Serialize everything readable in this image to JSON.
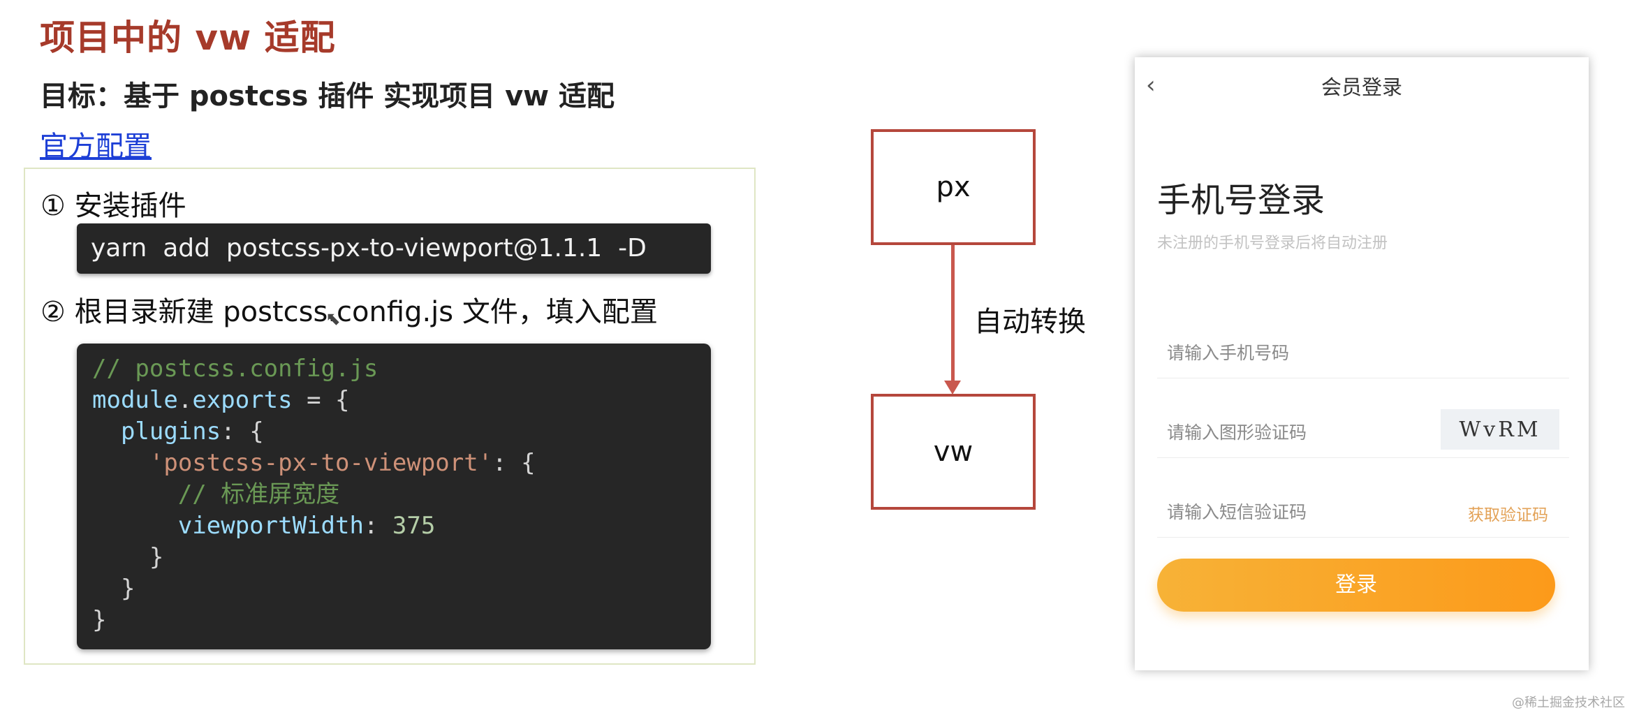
{
  "slide": {
    "title": "项目中的 vw 适配",
    "subtitle": "目标：基于 postcss 插件 实现项目 vw 适配",
    "link": "官方配置"
  },
  "steps": {
    "step1": "① 安装插件",
    "command": "yarn  add  postcss-px-to-viewport@1.1.1  -D",
    "step2": "② 根目录新建 postcss.config.js 文件，填入配置",
    "code": {
      "l1": "// postcss.config.js",
      "l2_ident": "module",
      "l2_dot": ".",
      "l2_ident2": "exports",
      "l2_rest": " = {",
      "l3_ident": "plugins",
      "l3_rest": ": {",
      "l4_str": "'postcss-px-to-viewport'",
      "l4_rest": ": {",
      "l5": "// 标准屏宽度",
      "l6_ident": "viewportWidth",
      "l6_colon": ": ",
      "l6_num": "375",
      "l7": "}",
      "l8": "}",
      "l9": "}"
    }
  },
  "diagram": {
    "from": "px",
    "to": "vw",
    "label": "自动转换"
  },
  "phone": {
    "back_icon": "‹",
    "title": "会员登录",
    "heading": "手机号登录",
    "hint": "未注册的手机号登录后将自动注册",
    "phone_placeholder": "请输入手机号码",
    "captcha_placeholder": "请输入图形验证码",
    "captcha_text": "WvRM",
    "sms_placeholder": "请输入短信验证码",
    "sms_link": "获取验证码",
    "login_button": "登录"
  },
  "watermark": "@稀土掘金技术社区",
  "colors": {
    "title": "#a63a2a",
    "link": "#1d3fd6",
    "arrow": "#c9584e",
    "login_button": "#fca52a"
  }
}
